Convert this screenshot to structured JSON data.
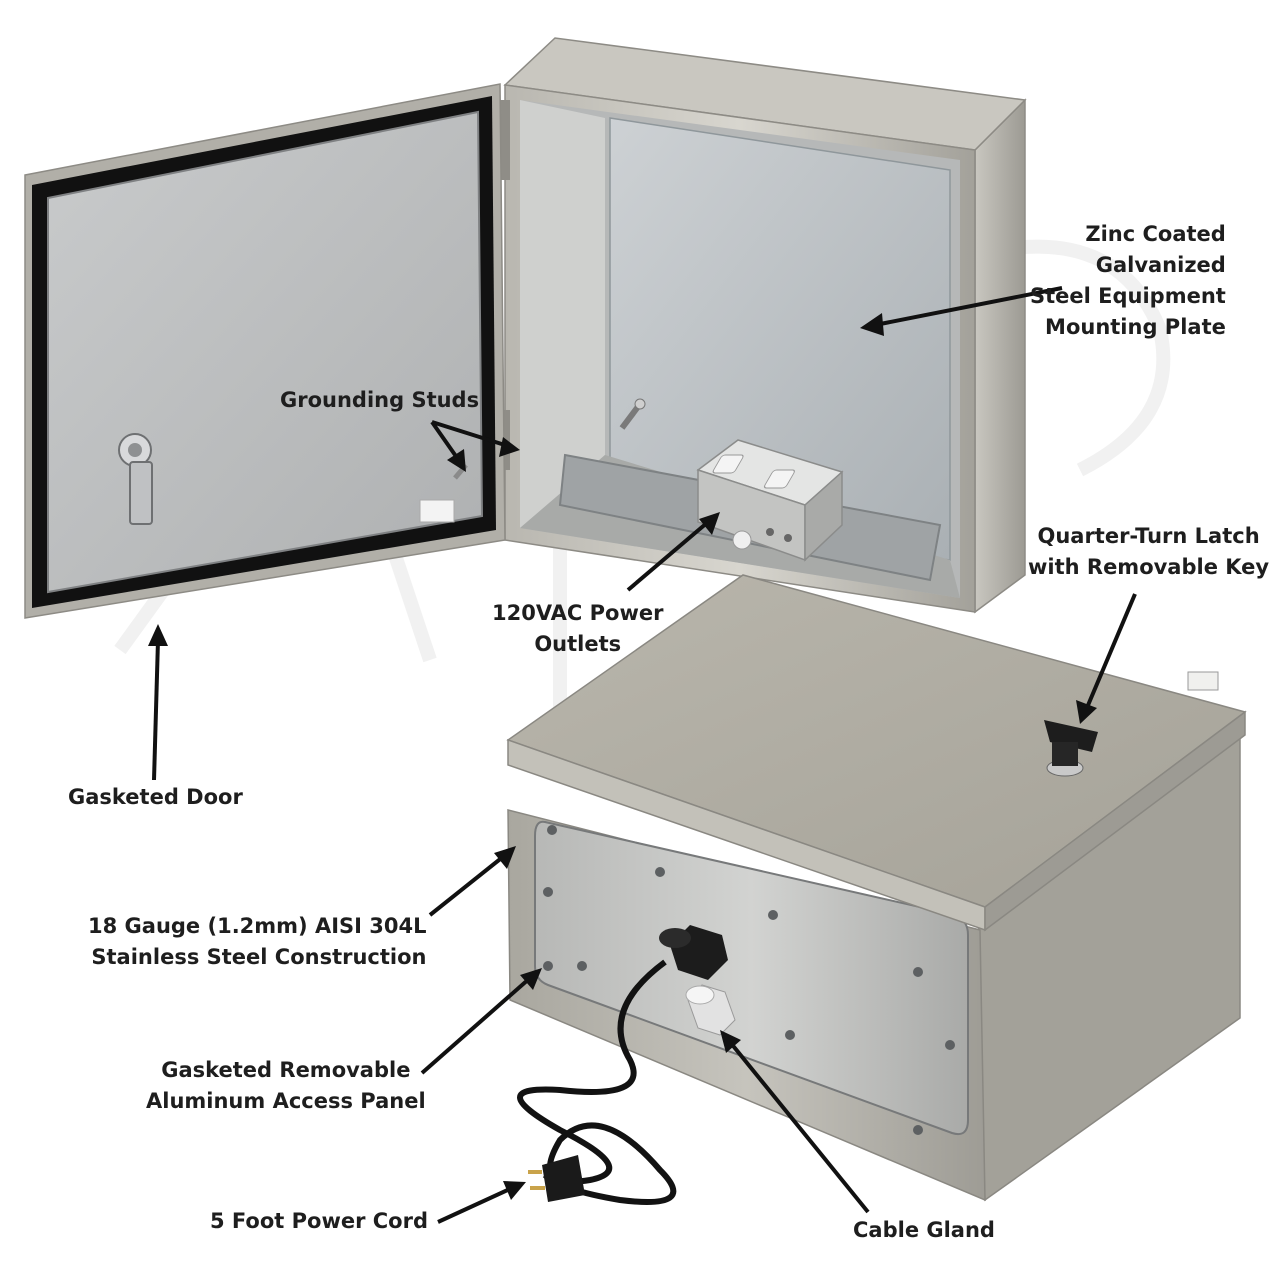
{
  "labels": {
    "mounting_plate": [
      "Zinc Coated",
      "Galvanized",
      "Steel Equipment",
      "Mounting Plate"
    ],
    "grounding_studs": "Grounding Studs",
    "latch": [
      "Quarter-Turn Latch",
      "with Removable Key"
    ],
    "power_outlets": [
      "120VAC Power",
      "Outlets"
    ],
    "gasketed_door": "Gasketed Door",
    "construction": [
      "18 Gauge (1.2mm) AISI 304L",
      "Stainless Steel Construction"
    ],
    "access_panel": [
      "Gasketed Removable",
      "Aluminum Access Panel"
    ],
    "power_cord": "5 Foot Power Cord",
    "cable_gland": "Cable Gland"
  },
  "colors": {
    "stainless": "#a8a69e",
    "stainless_light": "#cfcdc6",
    "interior": "#c4c7c9",
    "gasket": "#1b1b1b",
    "text": "#1e1e1e",
    "arrow": "#111111"
  }
}
